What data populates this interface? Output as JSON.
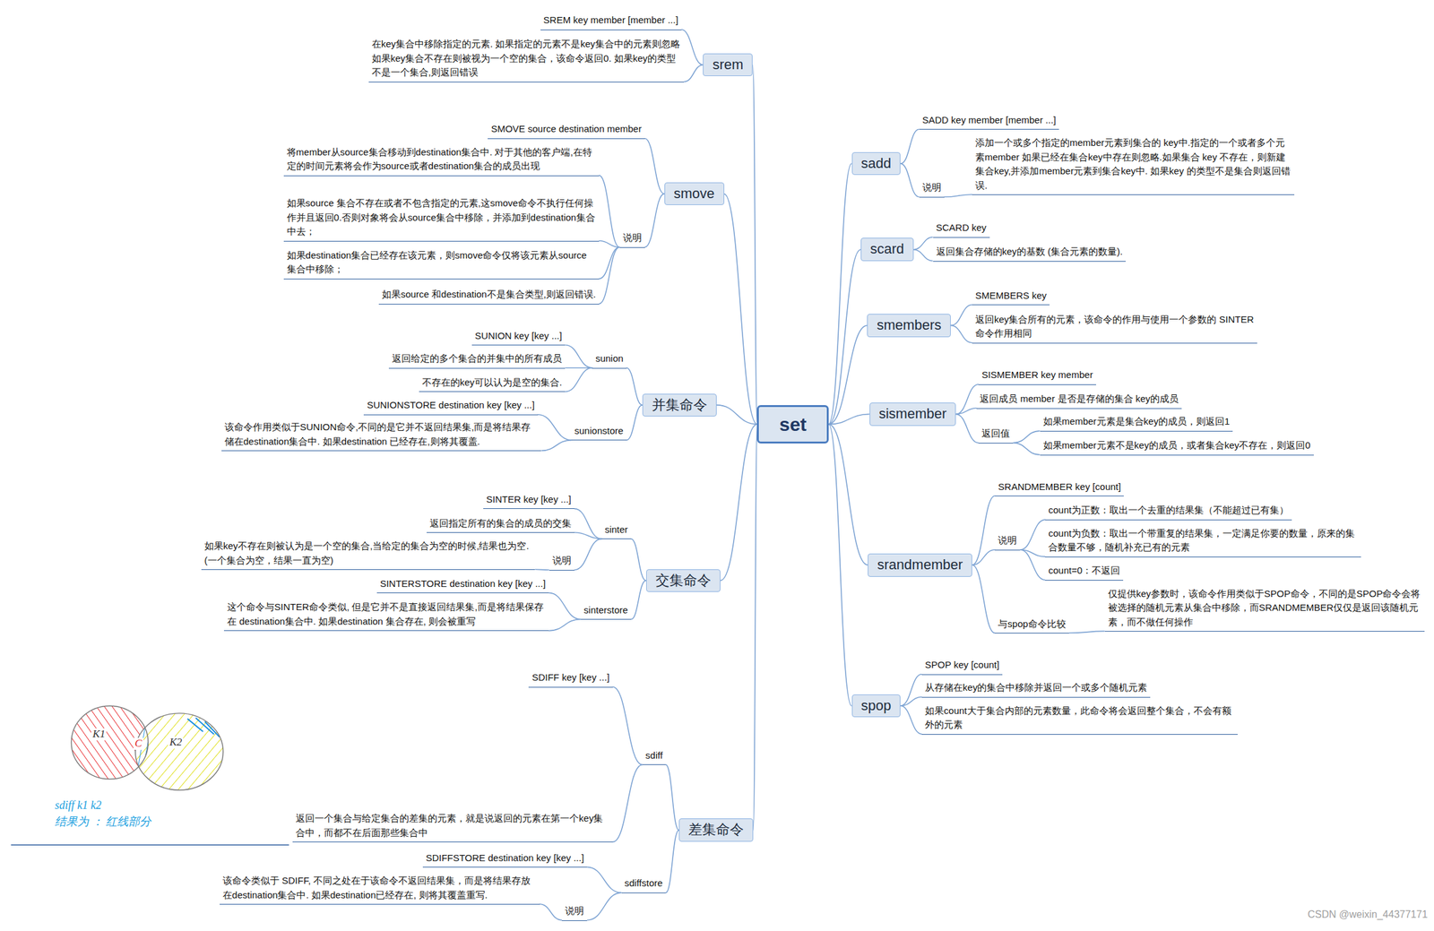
{
  "diagram": {
    "nodes": [
      {
        "text": [
          "set"
        ]
      },
      {
        "text": [
          "sadd"
        ]
      },
      {
        "text": [
          "SADD key member [member ...]"
        ]
      },
      {
        "text": [
          "说明"
        ]
      },
      {
        "text": [
          "添加一个或多个指定的member元素到集合的 key中.指定的一个或者多个元素member 如果已经在集合key中存在则忽略.如果集合 key 不存在，则新建集合key,并添加member元素到集合key中. 如果key 的类型不是集合则返回错误."
        ]
      },
      {
        "text": [
          "scard"
        ]
      },
      {
        "text": [
          "SCARD key"
        ]
      },
      {
        "text": [
          "返回集合存储的key的基数 (集合元素的数量)."
        ]
      },
      {
        "text": [
          "smembers"
        ]
      },
      {
        "text": [
          "SMEMBERS key"
        ]
      },
      {
        "text": [
          "返回key集合所有的元素，该命令的作用与使用一个参数的 SINTER 命令作用相同"
        ]
      },
      {
        "text": [
          "sismember"
        ]
      },
      {
        "text": [
          "SISMEMBER key member"
        ]
      },
      {
        "text": [
          "返回成员 member 是否是存储的集合 key的成员"
        ]
      },
      {
        "text": [
          "返回值"
        ]
      },
      {
        "text": [
          "如果member元素是集合key的成员，则返回1"
        ]
      },
      {
        "text": [
          "如果member元素不是key的成员，或者集合key不存在，则返回0"
        ]
      },
      {
        "text": [
          "srandmember"
        ]
      },
      {
        "text": [
          "SRANDMEMBER key [count]"
        ]
      },
      {
        "text": [
          "说明"
        ]
      },
      {
        "text": [
          "count为正数：取出一个去重的结果集（不能超过已有集）"
        ]
      },
      {
        "text": [
          "count为负数：取出一个带重复的结果集，一定满足你要的数量，原来的集合数量不够，随机补充已有的元素"
        ]
      },
      {
        "text": [
          "count=0：不返回"
        ]
      },
      {
        "text": [
          "与spop命令比较"
        ]
      },
      {
        "text": [
          "仅提供key参数时，该命令作用类似于SPOP命令，不同的是SPOP命令会将被选择的随机元素从集合中移除，而SRANDMEMBER仅仅是返回该随机元素，而不做任何操作"
        ]
      },
      {
        "text": [
          "spop"
        ]
      },
      {
        "text": [
          "SPOP key [count]"
        ]
      },
      {
        "text": [
          "从存储在key的集合中移除并返回一个或多个随机元素"
        ]
      },
      {
        "text": [
          "如果count大于集合内部的元素数量，此命令将会返回整个集合，不会有额外的元素"
        ]
      },
      {
        "text": [
          "srem"
        ]
      },
      {
        "text": [
          "SREM key member [member ...]"
        ]
      },
      {
        "text": [
          "在key集合中移除指定的元素. 如果指定的元素不是key集合中的元素则忽略 如果key集合不存在则被视为一个空的集合，该命令返回0. 如果key的类型不是一个集合,则返回错误"
        ]
      },
      {
        "text": [
          "smove"
        ]
      },
      {
        "text": [
          "SMOVE source destination member"
        ]
      },
      {
        "text": [
          "说明"
        ]
      },
      {
        "text": [
          "将member从source集合移动到destination集合中. 对于其他的客户端,在特定的时间元素将会作为source或者destination集合的成员出现"
        ]
      },
      {
        "text": [
          "如果source 集合不存在或者不包含指定的元素,这smove命令不执行任何操作并且返回0.否则对象将会从source集合中移除，并添加到destination集合中去；"
        ]
      },
      {
        "text": [
          "如果destination集合已经存在该元素，则smove命令仅将该元素从source集合中移除；"
        ]
      },
      {
        "text": [
          "如果source 和destination不是集合类型,则返回错误."
        ]
      },
      {
        "text": [
          "并集命令"
        ]
      },
      {
        "text": [
          "sunion"
        ]
      },
      {
        "text": [
          "SUNION key [key ...]"
        ]
      },
      {
        "text": [
          "返回给定的多个集合的并集中的所有成员"
        ]
      },
      {
        "text": [
          "不存在的key可以认为是空的集合."
        ]
      },
      {
        "text": [
          "sunionstore"
        ]
      },
      {
        "text": [
          "SUNIONSTORE destination key [key ...]"
        ]
      },
      {
        "text": [
          "该命令作用类似于SUNION命令,不同的是它并不返回结果集,而是将结果存储在destination集合中. 如果destination 已经存在,则将其覆盖."
        ]
      },
      {
        "text": [
          "交集命令"
        ]
      },
      {
        "text": [
          "sinter"
        ]
      },
      {
        "text": [
          "SINTER key [key ...]"
        ]
      },
      {
        "text": [
          "返回指定所有的集合的成员的交集"
        ]
      },
      {
        "text": [
          "说明"
        ]
      },
      {
        "text": [
          "如果key不存在则被认为是一个空的集合,当给定的集合为空的时候,结果也为空.(一个集合为空，结果一直为空)"
        ]
      },
      {
        "text": [
          "sinterstore"
        ]
      },
      {
        "text": [
          "SINTERSTORE destination key [key ...]"
        ]
      },
      {
        "text": [
          "这个命令与SINTER命令类似, 但是它并不是直接返回结果集,而是将结果保存在 destination集合中. 如果destination 集合存在, 则会被重写"
        ]
      },
      {
        "text": [
          "差集命令"
        ]
      },
      {
        "text": [
          "sdiff"
        ]
      },
      {
        "text": [
          "SDIFF key [key ...]"
        ]
      },
      {
        "text": [
          "返回一个集合与给定集合的差集的元素，就是说返回的元素在第一个key集合中，而都不在后面那些集合中"
        ]
      },
      {
        "text": [
          "sdiffstore"
        ]
      },
      {
        "text": [
          "SDIFFSTORE destination key [key ...]"
        ]
      },
      {
        "text": [
          "说明"
        ]
      },
      {
        "text": [
          "该命令类似于 SDIFF, 不同之处在于该命令不返回结果集，而是将结果存放在destination集合中. 如果destination已经存在, 则将其覆盖重写."
        ]
      }
    ],
    "edges": [
      {
        "from": 0,
        "to": 1,
        "arrow": "none"
      },
      {
        "from": 0,
        "to": 5,
        "arrow": "none"
      },
      {
        "from": 0,
        "to": 8,
        "arrow": "none"
      },
      {
        "from": 0,
        "to": 11,
        "arrow": "none"
      },
      {
        "from": 0,
        "to": 17,
        "arrow": "none"
      },
      {
        "from": 0,
        "to": 25,
        "arrow": "none"
      },
      {
        "from": 0,
        "to": 29,
        "arrow": "none"
      },
      {
        "from": 0,
        "to": 32,
        "arrow": "none"
      },
      {
        "from": 0,
        "to": 39,
        "arrow": "none"
      },
      {
        "from": 0,
        "to": 47,
        "arrow": "none"
      },
      {
        "from": 0,
        "to": 56,
        "arrow": "none"
      },
      {
        "from": 1,
        "to": 2,
        "arrow": "none"
      },
      {
        "from": 1,
        "to": 3,
        "arrow": "none"
      },
      {
        "from": 3,
        "to": 4,
        "arrow": "none"
      },
      {
        "from": 5,
        "to": 6,
        "arrow": "none"
      },
      {
        "from": 5,
        "to": 7,
        "arrow": "none"
      },
      {
        "from": 8,
        "to": 9,
        "arrow": "none"
      },
      {
        "from": 8,
        "to": 10,
        "arrow": "none"
      },
      {
        "from": 11,
        "to": 12,
        "arrow": "none"
      },
      {
        "from": 11,
        "to": 13,
        "arrow": "none"
      },
      {
        "from": 11,
        "to": 14,
        "arrow": "none"
      },
      {
        "from": 14,
        "to": 15,
        "arrow": "none"
      },
      {
        "from": 14,
        "to": 16,
        "arrow": "none"
      },
      {
        "from": 17,
        "to": 18,
        "arrow": "none"
      },
      {
        "from": 17,
        "to": 19,
        "arrow": "none"
      },
      {
        "from": 19,
        "to": 20,
        "arrow": "none"
      },
      {
        "from": 19,
        "to": 21,
        "arrow": "none"
      },
      {
        "from": 19,
        "to": 22,
        "arrow": "none"
      },
      {
        "from": 17,
        "to": 23,
        "arrow": "none"
      },
      {
        "from": 23,
        "to": 24,
        "arrow": "none"
      },
      {
        "from": 25,
        "to": 26,
        "arrow": "none"
      },
      {
        "from": 25,
        "to": 27,
        "arrow": "none"
      },
      {
        "from": 25,
        "to": 28,
        "arrow": "none"
      },
      {
        "from": 29,
        "to": 30,
        "arrow": "none"
      },
      {
        "from": 29,
        "to": 31,
        "arrow": "none"
      },
      {
        "from": 32,
        "to": 33,
        "arrow": "none"
      },
      {
        "from": 32,
        "to": 34,
        "arrow": "none"
      },
      {
        "from": 34,
        "to": 35,
        "arrow": "none"
      },
      {
        "from": 34,
        "to": 36,
        "arrow": "none"
      },
      {
        "from": 34,
        "to": 37,
        "arrow": "none"
      },
      {
        "from": 34,
        "to": 38,
        "arrow": "none"
      },
      {
        "from": 39,
        "to": 40,
        "arrow": "none"
      },
      {
        "from": 40,
        "to": 41,
        "arrow": "none"
      },
      {
        "from": 40,
        "to": 42,
        "arrow": "none"
      },
      {
        "from": 40,
        "to": 43,
        "arrow": "none"
      },
      {
        "from": 39,
        "to": 44,
        "arrow": "none"
      },
      {
        "from": 44,
        "to": 45,
        "arrow": "none"
      },
      {
        "from": 44,
        "to": 46,
        "arrow": "none"
      },
      {
        "from": 47,
        "to": 48,
        "arrow": "none"
      },
      {
        "from": 48,
        "to": 49,
        "arrow": "none"
      },
      {
        "from": 48,
        "to": 50,
        "arrow": "none"
      },
      {
        "from": 48,
        "to": 51,
        "arrow": "none"
      },
      {
        "from": 51,
        "to": 52,
        "arrow": "none"
      },
      {
        "from": 47,
        "to": 53,
        "arrow": "none"
      },
      {
        "from": 53,
        "to": 54,
        "arrow": "none"
      },
      {
        "from": 53,
        "to": 55,
        "arrow": "none"
      },
      {
        "from": 56,
        "to": 57,
        "arrow": "none"
      },
      {
        "from": 57,
        "to": 58,
        "arrow": "none"
      },
      {
        "from": 57,
        "to": 59,
        "arrow": "none"
      },
      {
        "from": 56,
        "to": 60,
        "arrow": "none"
      },
      {
        "from": 60,
        "to": 61,
        "arrow": "none"
      },
      {
        "from": 60,
        "to": 62,
        "arrow": "none"
      },
      {
        "from": 62,
        "to": 63,
        "arrow": "none"
      }
    ],
    "labels": [
      "K1",
      "C",
      "K2",
      "sdiff k1 k2",
      "结果为 ： 红线部分",
      "CSDN @weixin_44377171"
    ]
  }
}
